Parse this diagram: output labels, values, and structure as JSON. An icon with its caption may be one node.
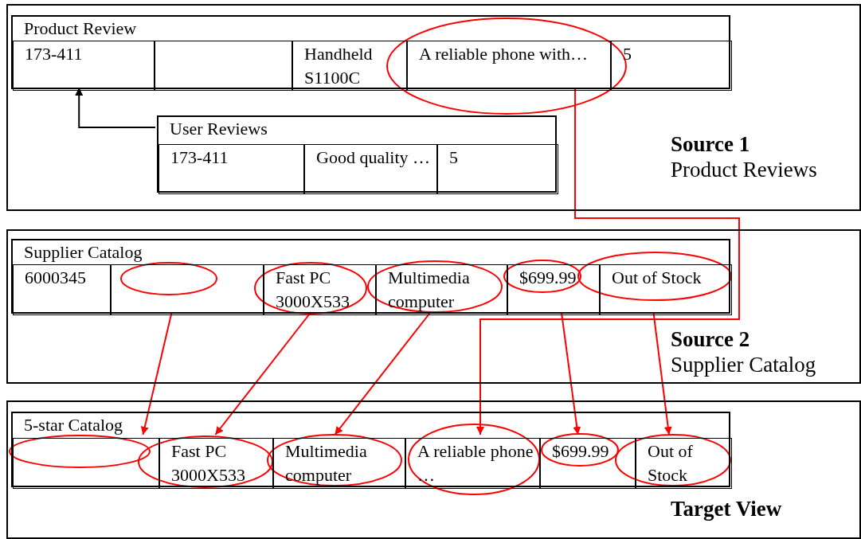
{
  "diagram": {
    "nodes": [
      {
        "text": [
          "Source 1",
          "Product Reviews"
        ]
      },
      {
        "text": [
          "Product Review"
        ],
        "in": 0
      },
      {
        "text": [
          "173-411"
        ],
        "in": 1
      },
      {
        "text": [],
        "shape": "box",
        "in": 1
      },
      {
        "text": [
          "Handheld S1100C"
        ],
        "in": 1
      },
      {
        "text": [
          "A reliable phone with…"
        ],
        "in": 1
      },
      {
        "text": [
          "5"
        ],
        "in": 1
      },
      {
        "text": [
          "User Reviews"
        ],
        "in": 0
      },
      {
        "text": [
          "173-411"
        ],
        "in": 7
      },
      {
        "text": [
          "Good quality …"
        ],
        "in": 7
      },
      {
        "text": [
          "5"
        ],
        "in": 7
      },
      {
        "text": [
          "Source 2",
          "Supplier Catalog"
        ]
      },
      {
        "text": [
          "Supplier Catalog"
        ],
        "in": 11
      },
      {
        "text": [
          "6000345"
        ],
        "in": 12
      },
      {
        "text": [],
        "shape": "box",
        "in": 12
      },
      {
        "text": [
          "Fast PC 3000X533"
        ],
        "in": 12
      },
      {
        "text": [
          "Multimedia computer"
        ],
        "in": 12
      },
      {
        "text": [
          "$699.99"
        ],
        "in": 12
      },
      {
        "text": [
          "Out of Stock"
        ],
        "in": 12
      },
      {
        "text": [
          "Target View"
        ]
      },
      {
        "text": [
          "5-star Catalog"
        ],
        "in": 19
      },
      {
        "text": [],
        "shape": "box",
        "in": 20
      },
      {
        "text": [
          "Fast PC 3000X533"
        ],
        "in": 20
      },
      {
        "text": [
          "Multimedia computer"
        ],
        "in": 20
      },
      {
        "text": [
          "A reliable phone …"
        ],
        "in": 20
      },
      {
        "text": [
          "$699.99"
        ],
        "in": 20
      },
      {
        "text": [
          "Out of Stock"
        ],
        "in": 20
      }
    ],
    "edges": [
      {
        "from": 7,
        "to": 2,
        "arrow": "to",
        "color": "#000000"
      },
      {
        "from": 14,
        "to": 21,
        "arrow": "to"
      },
      {
        "from": 15,
        "to": 22,
        "arrow": "to"
      },
      {
        "from": 16,
        "to": 23,
        "arrow": "to"
      },
      {
        "from": 5,
        "to": 24,
        "arrow": "to"
      },
      {
        "from": 17,
        "to": 25,
        "arrow": "to"
      },
      {
        "from": 18,
        "to": 26,
        "arrow": "to"
      }
    ]
  }
}
